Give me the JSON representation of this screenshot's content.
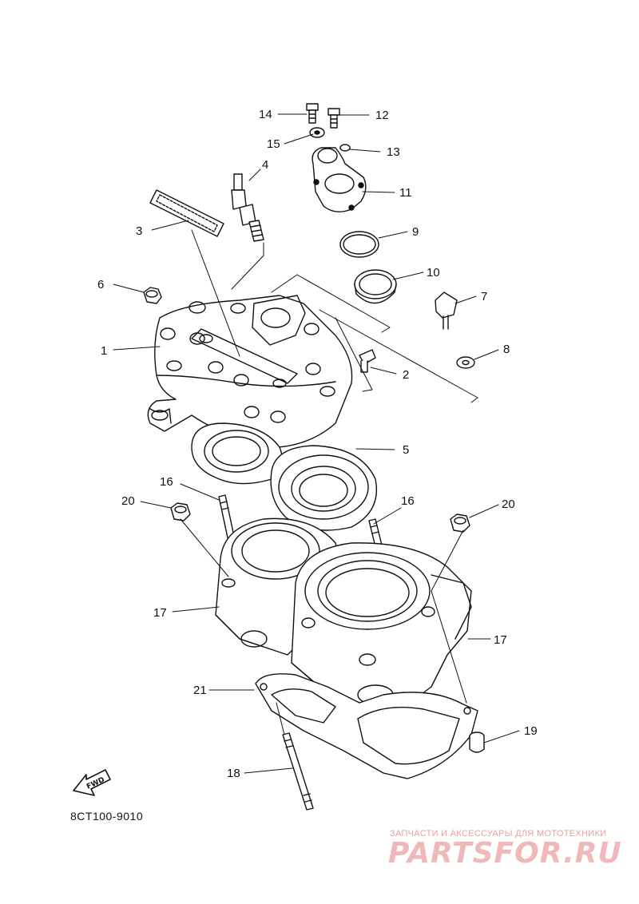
{
  "callouts": [
    {
      "id": "1",
      "label": "1"
    },
    {
      "id": "2",
      "label": "2"
    },
    {
      "id": "3",
      "label": "3"
    },
    {
      "id": "4",
      "label": "4"
    },
    {
      "id": "5",
      "label": "5"
    },
    {
      "id": "6",
      "label": "6"
    },
    {
      "id": "7",
      "label": "7"
    },
    {
      "id": "8",
      "label": "8"
    },
    {
      "id": "9",
      "label": "9"
    },
    {
      "id": "10",
      "label": "10"
    },
    {
      "id": "11",
      "label": "11"
    },
    {
      "id": "12",
      "label": "12"
    },
    {
      "id": "13",
      "label": "13"
    },
    {
      "id": "14",
      "label": "14"
    },
    {
      "id": "15",
      "label": "15"
    },
    {
      "id": "16a",
      "label": "16"
    },
    {
      "id": "16b",
      "label": "16"
    },
    {
      "id": "17a",
      "label": "17"
    },
    {
      "id": "17b",
      "label": "17"
    },
    {
      "id": "18",
      "label": "18"
    },
    {
      "id": "19",
      "label": "19"
    },
    {
      "id": "20a",
      "label": "20"
    },
    {
      "id": "20b",
      "label": "20"
    },
    {
      "id": "21",
      "label": "21"
    }
  ],
  "diagram_code": "8CT100-9010",
  "fwd_label": "FWD",
  "watermark": {
    "tagline": "ЗАПЧАСТИ И АКСЕССУАРЫ ДЛЯ МОТОТЕХНИКИ",
    "brand": "PARTSFOR.RU"
  },
  "colors": {
    "line": "#111111",
    "watermark": "#f0b8b8"
  },
  "icons": [
    "fwd-arrow-icon"
  ]
}
